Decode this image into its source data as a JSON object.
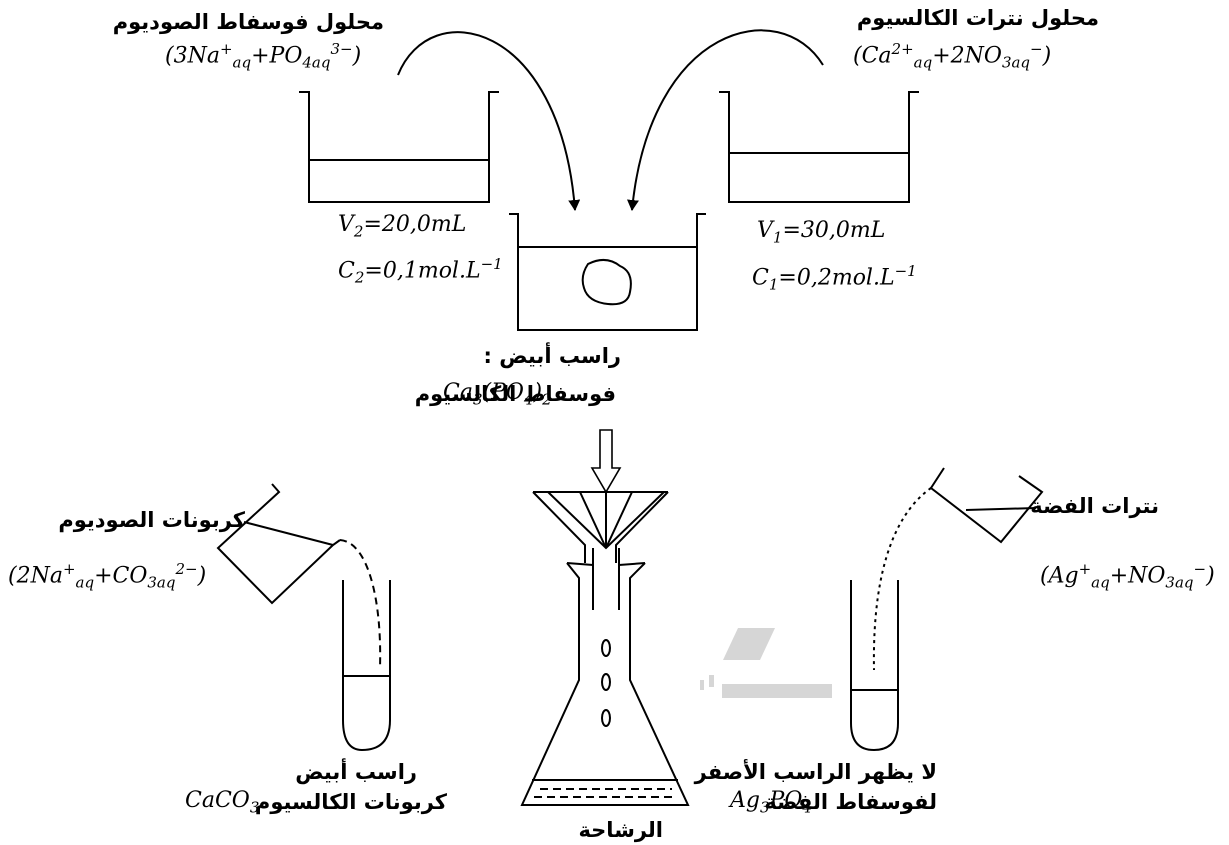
{
  "labels": {
    "sodium_phosphate_title": "محلول فوسفاط الصوديوم",
    "calcium_nitrate_title": "محلول نترات الكالسيوم",
    "white_precipitate": "راسب أبيض :",
    "calcium_phosphate": "فوسفاط الكالسيوم",
    "sodium_carbonate": "كربونات الصوديوم",
    "silver_nitrate": "نترات الفضة",
    "white_precipitate_2": "راسب أبيض",
    "calcium_carbonate": "كربونات الكالسيوم",
    "no_yellow_precipitate": "لا يظهر الراسب الأصفر",
    "of_silver_phosphate": "لفوسفاط الفضة",
    "filtrate": "الرشاحة"
  },
  "values": {
    "V2": "20,0",
    "V2_unit": "mL",
    "C2": "0,1",
    "C2_unit": "mol.L",
    "V1": "30,0",
    "V1_unit": "mL",
    "C1": "0,2",
    "C1_unit": "mol.L"
  }
}
